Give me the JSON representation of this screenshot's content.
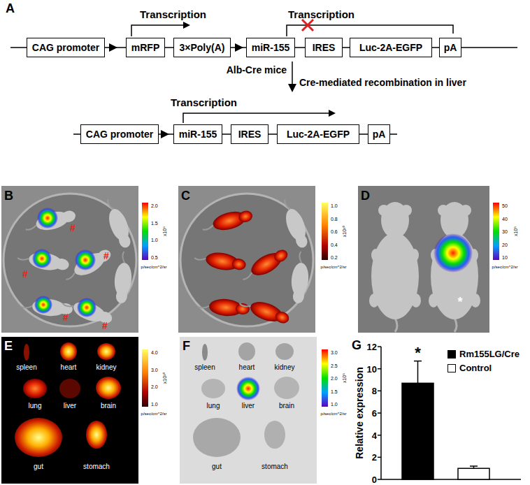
{
  "diagram": {
    "nodes": [
      {
        "text": [
          "CAG promoter"
        ]
      },
      {
        "text": [
          "mRFP"
        ]
      },
      {
        "text": [
          "3×Poly(A)"
        ]
      },
      {
        "text": [
          "miR-155"
        ]
      },
      {
        "text": [
          "IRES"
        ]
      },
      {
        "text": [
          "Luc-2A-EGFP"
        ]
      },
      {
        "text": [
          "pA"
        ]
      },
      {
        "text": [
          "CAG promoter"
        ]
      },
      {
        "text": [
          "miR-155"
        ]
      },
      {
        "text": [
          "IRES"
        ]
      },
      {
        "text": [
          "Luc-2A-EGFP"
        ]
      },
      {
        "text": [
          "pA"
        ]
      }
    ],
    "edges": [
      {
        "from": 0,
        "to": 1,
        "arrow": "none"
      },
      {
        "from": 1,
        "to": 2,
        "arrow": "none"
      },
      {
        "from": 2,
        "to": 3,
        "arrow": "none"
      },
      {
        "from": 3,
        "to": 4,
        "arrow": "none"
      },
      {
        "from": 4,
        "to": 5,
        "arrow": "none"
      },
      {
        "from": 5,
        "to": 6,
        "arrow": "none"
      },
      {
        "from": 7,
        "to": 8,
        "arrow": "none"
      },
      {
        "from": 8,
        "to": 9,
        "arrow": "none"
      },
      {
        "from": 9,
        "to": 10,
        "arrow": "none"
      },
      {
        "from": 10,
        "to": 11,
        "arrow": "none"
      }
    ],
    "labels": [
      "A",
      "Transcription",
      "Transcription",
      "Alb-Cre mice",
      "Cre-mediated recombination in liver",
      "Transcription",
      "B",
      "#",
      "#",
      "#",
      "#",
      "#",
      "2.0",
      "1.5",
      "1.0",
      "0.5",
      "x10⁶",
      "p/sec/cm^2/sr",
      "C",
      "1.0",
      "0.8",
      "0.6",
      "0.4",
      "0.2",
      "x10¹⁰",
      "p/sec/cm^2/sr",
      "D",
      "*",
      "50",
      "40",
      "30",
      "20",
      "10",
      "x10⁵",
      "p/sec/cm^2/sr",
      "E",
      "spleen",
      "heart",
      "kidney",
      "lung",
      "liver",
      "brain",
      "gut",
      "stomach",
      "4.0",
      "3.0",
      "2.0",
      "1.0",
      "x10¹⁰",
      "p/sec/cm^2/sr",
      "F",
      "spleen",
      "heart",
      "kidney",
      "lung",
      "liver",
      "brain",
      "gut",
      "stomach",
      "3.0",
      "2.5",
      "2.0",
      "1.5",
      "1.0",
      "x10⁵",
      "p/sec/cm^2/sr",
      "G",
      "*",
      "Relative expression",
      "0",
      "2",
      "4",
      "6",
      "8",
      "10",
      "12"
    ],
    "legend": [
      {
        "text": "Rm155LG/Cre",
        "color": "#000000"
      },
      {
        "text": "Control",
        "color": "#ffffff"
      }
    ]
  }
}
